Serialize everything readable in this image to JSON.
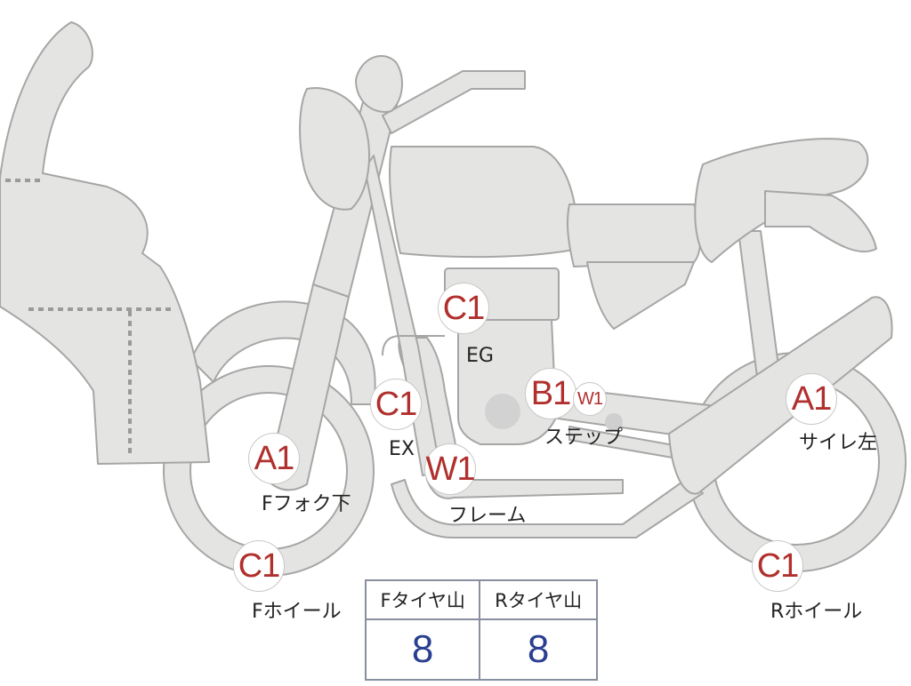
{
  "colors": {
    "body_fill": "#e4e4e2",
    "body_stroke": "#a6a6a6",
    "badge_text": "#b0302d",
    "value_text": "#2a3f8f",
    "dotted_line": "#9a9a9a"
  },
  "markers": [
    {
      "id": "eg",
      "code": "C1",
      "label": "EG"
    },
    {
      "id": "ex",
      "code": "C1",
      "label": "EX"
    },
    {
      "id": "step",
      "code": "B1",
      "small_code": "W1",
      "label": "ステップ"
    },
    {
      "id": "ffork",
      "code": "A1",
      "label": "Fフォク下"
    },
    {
      "id": "frame",
      "code": "W1",
      "label": "フレーム"
    },
    {
      "id": "sidelight",
      "code": "A1",
      "label": "サイレ左"
    },
    {
      "id": "fwheel",
      "code": "C1",
      "label": "Fホイール"
    },
    {
      "id": "rwheel",
      "code": "C1",
      "label": "Rホイール"
    }
  ],
  "tire_table": {
    "headers": [
      "Fタイヤ山",
      "Rタイヤ山"
    ],
    "values": [
      "8",
      "8"
    ]
  }
}
